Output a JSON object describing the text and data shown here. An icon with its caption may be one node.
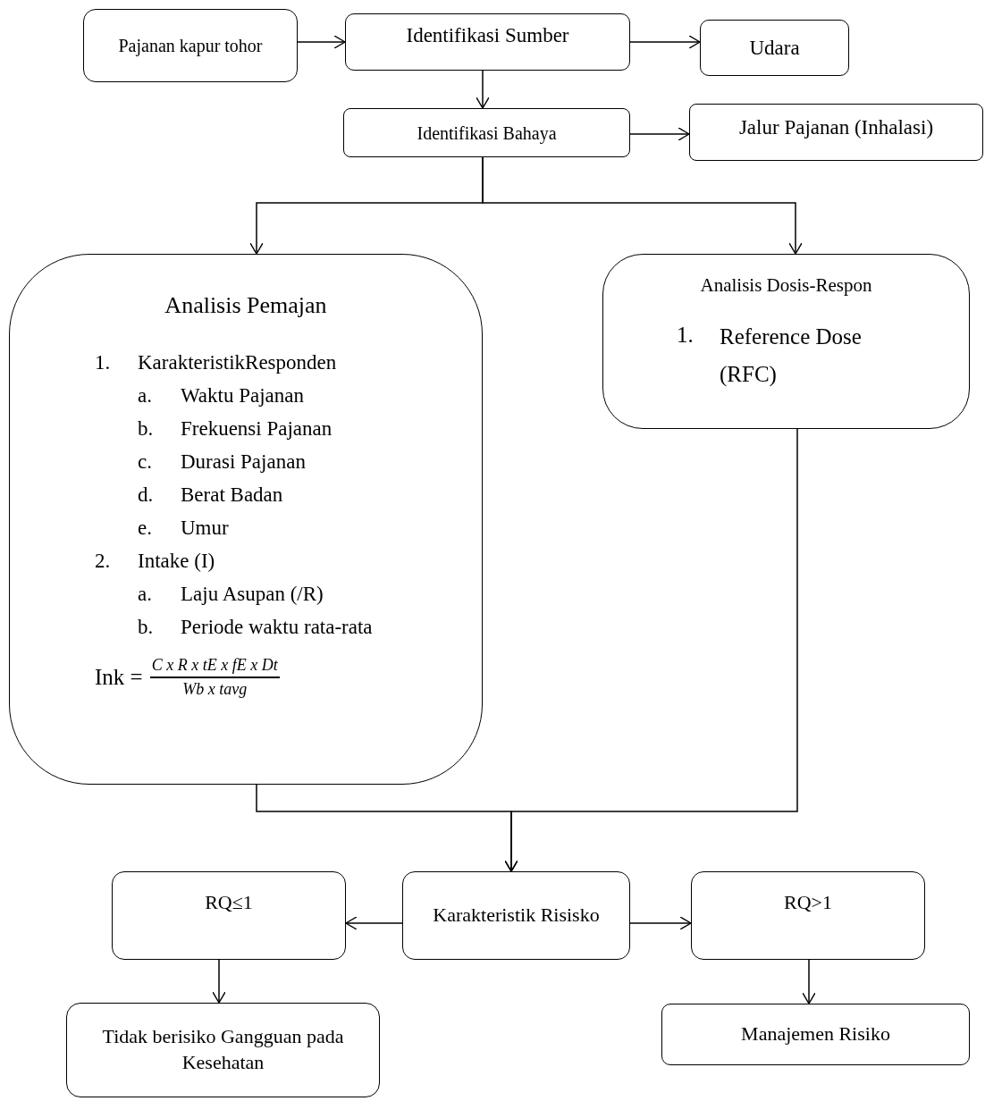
{
  "diagram": {
    "nodes": [
      {
        "text": [
          "Pajanan kapur tohor"
        ]
      },
      {
        "text": [
          "Identifikasi Sumber"
        ]
      },
      {
        "text": [
          "Udara"
        ]
      },
      {
        "text": [
          "Identifikasi Bahaya"
        ]
      },
      {
        "text": [
          "Jalur Pajanan (Inhalasi)"
        ]
      },
      {
        "text": [
          "Analisis Pemajan",
          "1. KarakteristikResponden",
          "a. Waktu Pajanan",
          "b. Frekuensi Pajanan",
          "c. Durasi Pajanan",
          "d. Berat Badan",
          "e. Umur",
          "2. Intake (I)",
          "a. Laju Asupan (/R)",
          "b. Periode waktu rata-rata",
          "Ink =",
          "C x R x tE x fE x Dt",
          "Wb x tavg"
        ]
      },
      {
        "text": [
          "Analisis Dosis-Respon",
          "1. Reference Dose (RFC)"
        ]
      },
      {
        "text": [
          "Karakteristik Risisko"
        ]
      },
      {
        "text": [
          "RQ≤1"
        ]
      },
      {
        "text": [
          "RQ>1"
        ]
      },
      {
        "text": [
          "Tidak berisiko Gangguan pada Kesehatan"
        ]
      },
      {
        "text": [
          "Manajemen Risiko"
        ]
      }
    ],
    "edges": [
      {
        "from": 0,
        "to": 1,
        "arrow": "to"
      },
      {
        "from": 1,
        "to": 2,
        "arrow": "to"
      },
      {
        "from": 1,
        "to": 3,
        "arrow": "to"
      },
      {
        "from": 3,
        "to": 4,
        "arrow": "to"
      },
      {
        "from": 3,
        "to": 5,
        "arrow": "to"
      },
      {
        "from": 3,
        "to": 6,
        "arrow": "to"
      },
      {
        "from": 5,
        "to": 7,
        "arrow": "to"
      },
      {
        "from": 6,
        "to": 7,
        "arrow": "to"
      },
      {
        "from": 7,
        "to": 8,
        "arrow": "to"
      },
      {
        "from": 7,
        "to": 9,
        "arrow": "to"
      },
      {
        "from": 8,
        "to": 10,
        "arrow": "to"
      },
      {
        "from": 9,
        "to": 11,
        "arrow": "to"
      }
    ]
  }
}
